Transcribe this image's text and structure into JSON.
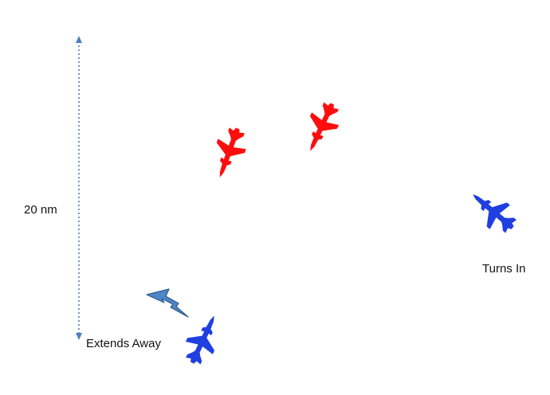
{
  "diagram": {
    "distance_label": "20 nm",
    "left_label": "Extends Away",
    "right_label": "Turns In"
  },
  "aircraft": [
    {
      "id": "red-1",
      "side": "red"
    },
    {
      "id": "red-2",
      "side": "red"
    },
    {
      "id": "blue-extending",
      "side": "blue"
    },
    {
      "id": "blue-turning",
      "side": "blue"
    }
  ],
  "colors": {
    "red_aircraft": "#ff0d0d",
    "blue_aircraft": "#1f3fe0",
    "measure_line": "#4a7fc1",
    "missile": "#4f86c6",
    "missile_outline": "#2f5a8a",
    "text": "#111111"
  },
  "icons": {
    "aircraft": "fighter-jet-icon",
    "weapon": "lightning-bolt-icon",
    "arrow": "arrowhead-icon"
  }
}
